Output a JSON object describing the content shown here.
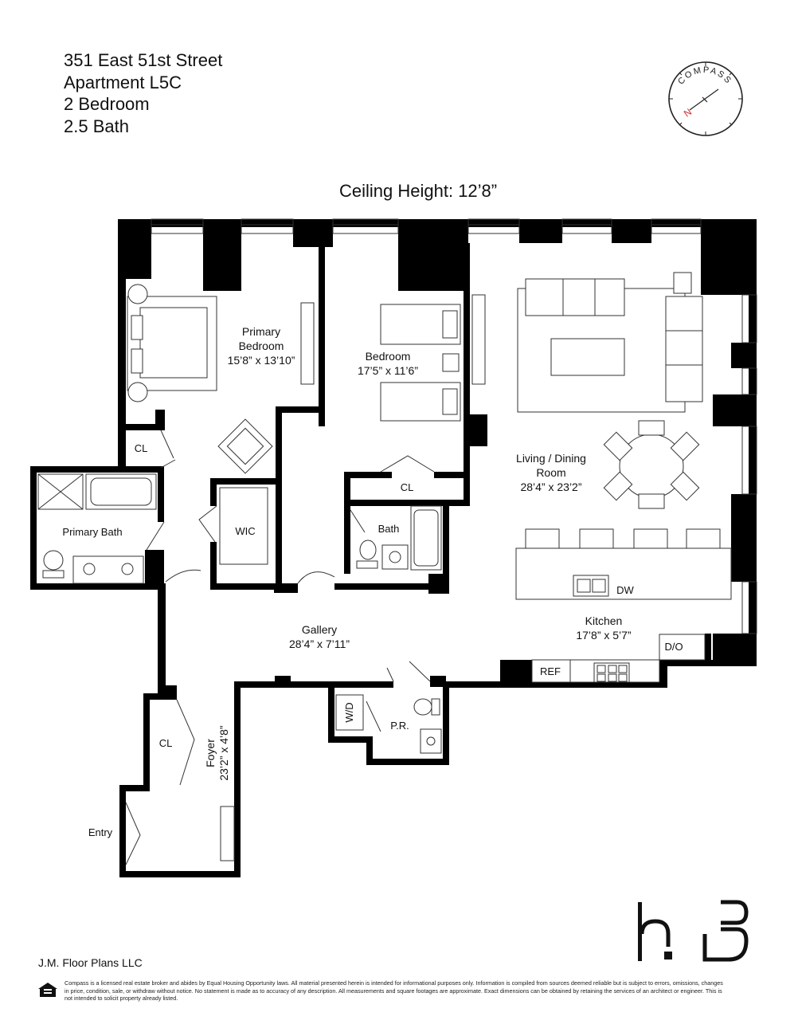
{
  "listing": {
    "address": "351 East 51st Street",
    "unit": "Apartment L5C",
    "bedrooms": "2 Bedroom",
    "baths": "2.5 Bath"
  },
  "ceiling_height": "Ceiling Height: 12’8”",
  "compass": {
    "brand_text": "COMPASS",
    "north_letter": "N",
    "north_color": "#d0312d"
  },
  "rooms": {
    "primary_bedroom": {
      "name_line1": "Primary",
      "name_line2": "Bedroom",
      "dims": "15’8” x 13’10”"
    },
    "bedroom": {
      "name": "Bedroom",
      "dims": "17’5” x 11’6”"
    },
    "living_dining": {
      "name_line1": "Living / Dining",
      "name_line2": "Room",
      "dims": "28’4” x 23’2”"
    },
    "kitchen": {
      "name": "Kitchen",
      "dims": "17’8” x 5’7”"
    },
    "gallery": {
      "name": "Gallery",
      "dims": "28’4” x 7’11”"
    },
    "foyer": {
      "name": "Foyer",
      "dims": "23’2” x 4’8”"
    },
    "primary_bath": {
      "name": "Primary Bath"
    },
    "bath": {
      "name": "Bath"
    },
    "powder_room": {
      "name": "P.R."
    },
    "wic": {
      "name": "WIC"
    },
    "closet_primary": {
      "name": "CL"
    },
    "closet_bedroom": {
      "name": "CL"
    },
    "closet_foyer": {
      "name": "CL"
    },
    "entry": {
      "name": "Entry"
    }
  },
  "fixtures": {
    "dishwasher": "DW",
    "refrigerator": "REF",
    "double_oven": "D/O",
    "washer_dryer": "W/D"
  },
  "footer": {
    "firm": "J.M. Floor Plans LLC",
    "disclaimer": "Compass is a licensed real estate broker and abides by Equal Housing Opportunity laws. All material presented herein is intended for informational purposes only. Information is compiled from sources deemed reliable but is subject to errors, omissions, changes in price, condition, sale, or withdraw without notice. No statement is made as to accuracy of any description. All measurements and square footages are approximate. Exact dimensions can be obtained by retaining the services of an architect or engineer. This is not intended to solicit property already listed."
  },
  "colors": {
    "wall": "#000000",
    "line": "#333333",
    "background": "#ffffff"
  }
}
